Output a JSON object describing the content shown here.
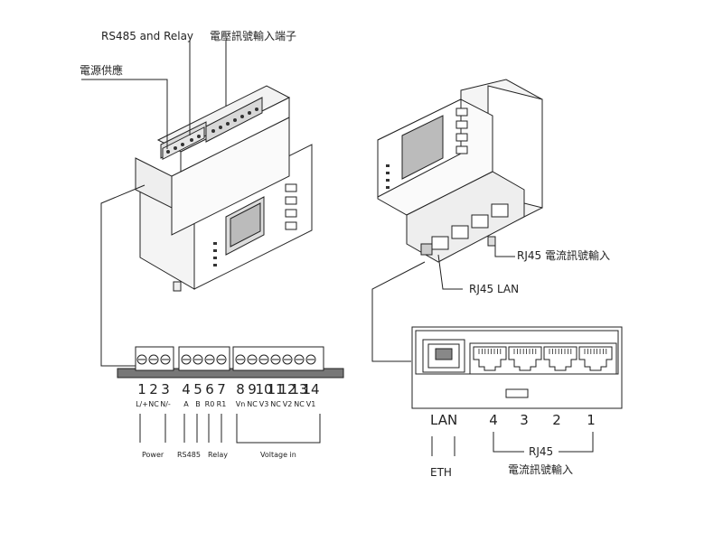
{
  "top_labels": {
    "rs485_relay": "RS485 and Relay",
    "voltage_input_terminal": "電壓訊號輸入端子",
    "power_supply": "電源供應"
  },
  "right_labels": {
    "rj45_current_input": "RJ45 電流訊號輸入",
    "rj45_lan": "RJ45 LAN"
  },
  "terminal_numbers": [
    "1",
    "2",
    "3",
    "4",
    "5",
    "6",
    "7",
    "8",
    "9",
    "10",
    "11",
    "12",
    "13",
    "14"
  ],
  "terminal_signals": [
    "L/+",
    "NC",
    "N/-",
    "A",
    "B",
    "R0",
    "R1",
    "Vn",
    "NC",
    "V3",
    "NC",
    "V2",
    "NC",
    "V1"
  ],
  "terminal_groups": {
    "power": "Power",
    "rs485": "RS485",
    "relay": "Relay",
    "voltage_in": "Voltage in"
  },
  "port_panel": {
    "lan": "LAN",
    "eth": "ETH",
    "port_numbers": [
      "4",
      "3",
      "2",
      "1"
    ],
    "rj45": "RJ45",
    "current_input": "電流訊號輸入"
  }
}
